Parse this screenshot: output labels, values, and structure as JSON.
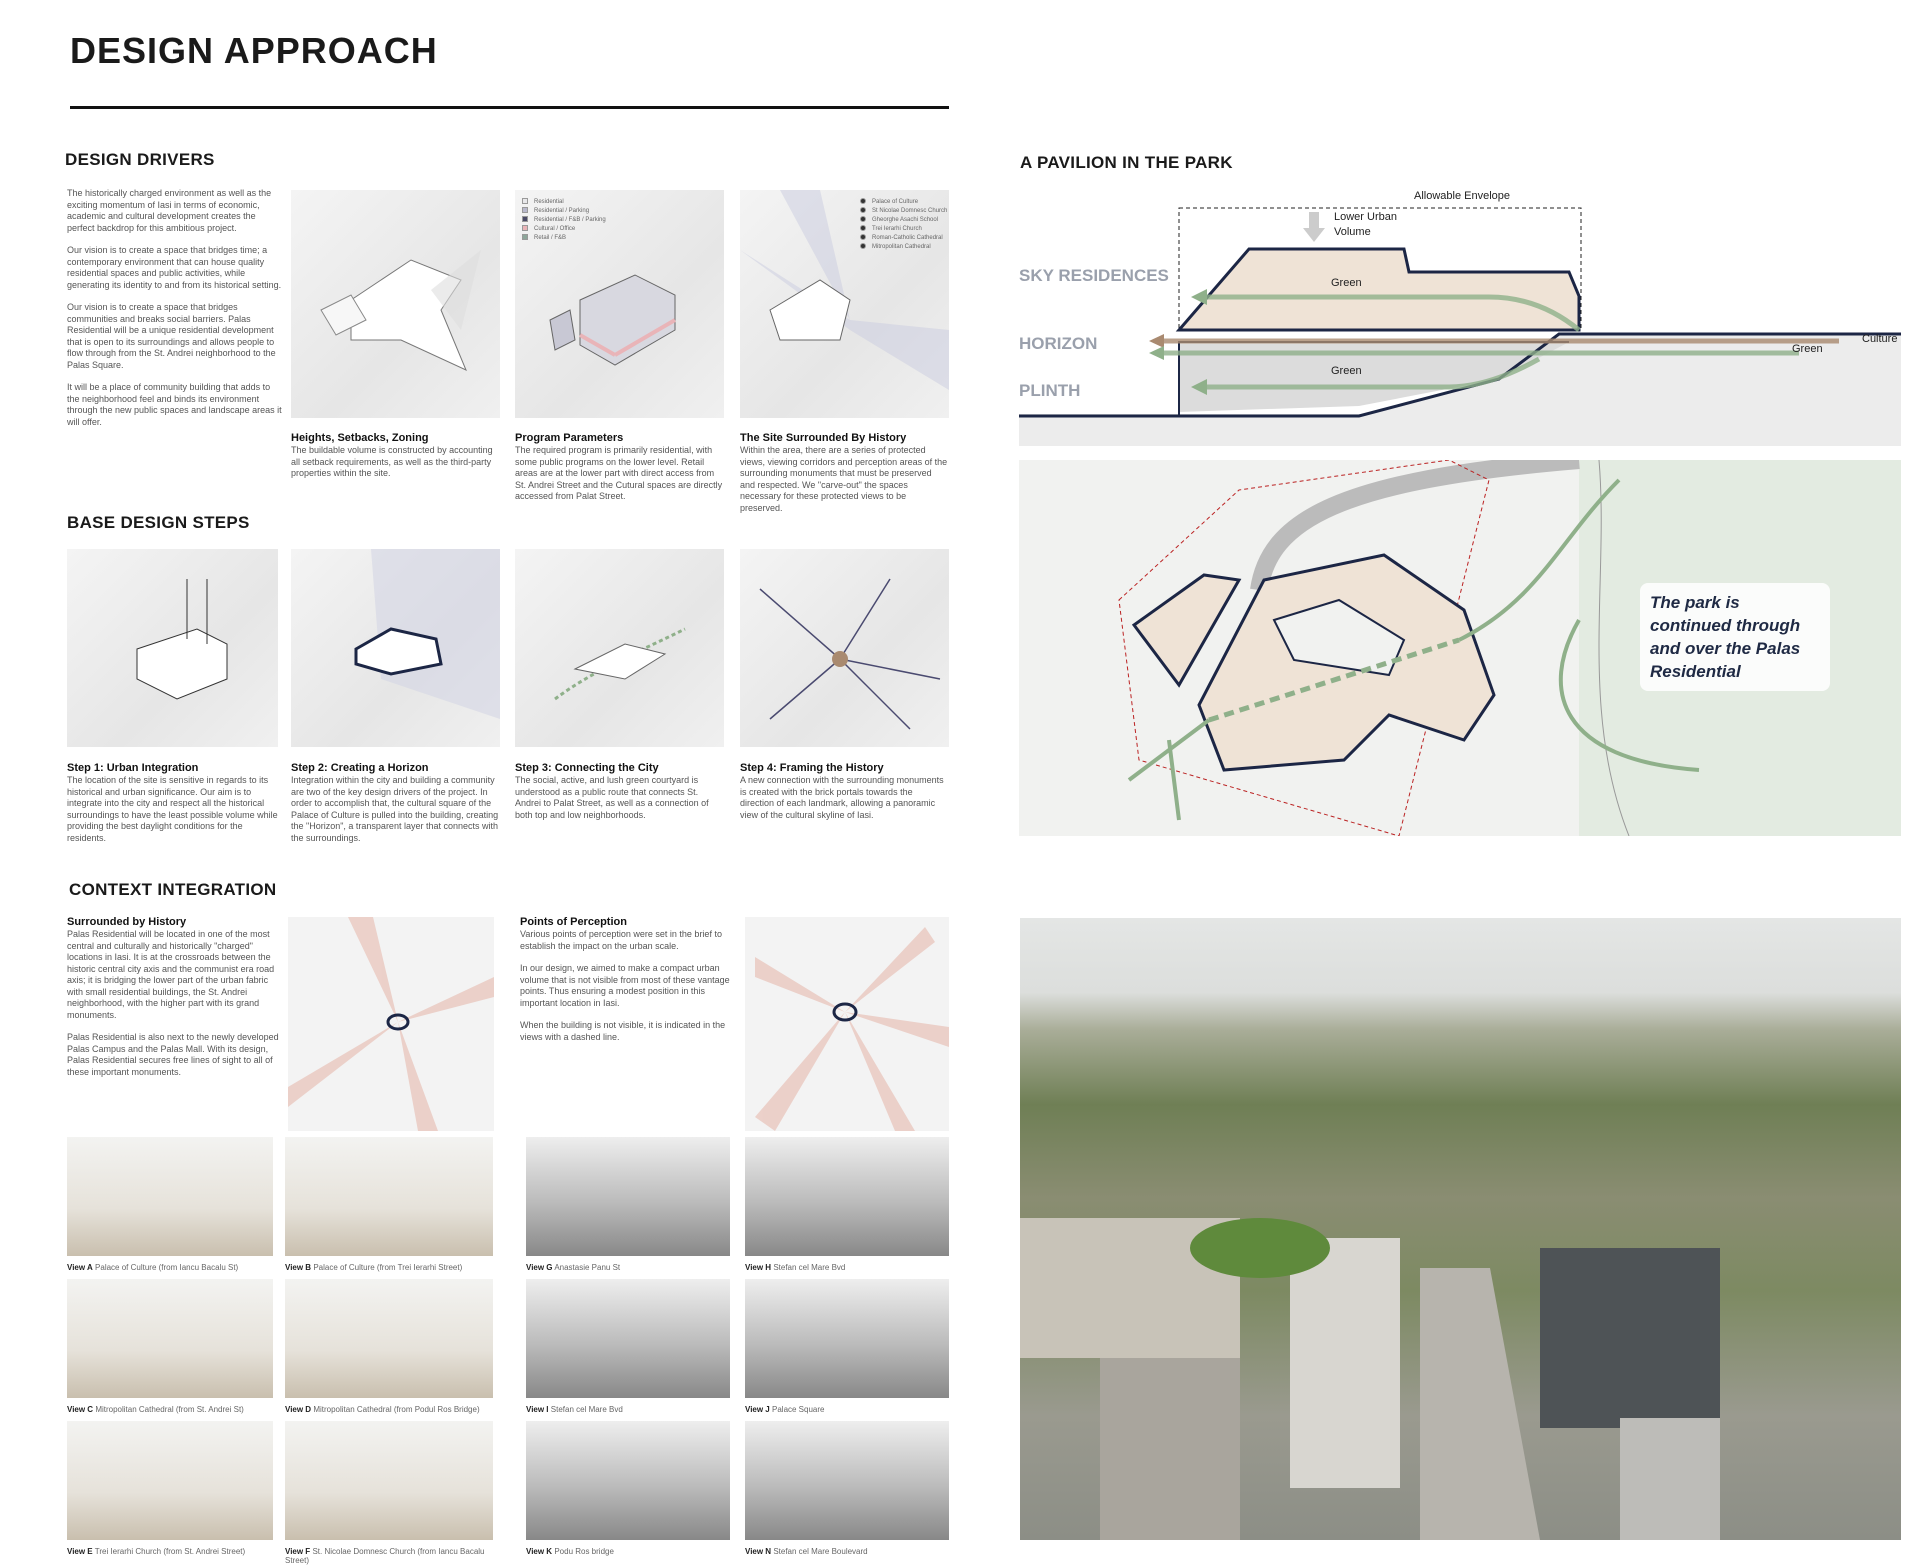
{
  "title": "DESIGN APPROACH",
  "design_drivers": {
    "heading": "DESIGN DRIVERS",
    "paragraphs": [
      "The historically charged environment as well as the exciting momentum of Iasi in terms of economic, academic and cultural development creates the perfect backdrop for this ambitious project.",
      "Our vision is to create a space that bridges time; a contemporary environment that can house quality residential spaces and public activities, while generating its identity to and from its historical setting.",
      "Our vision is to create a space that bridges communities and breaks social barriers. Palas Residential will be a unique residential development that is open to its surroundings and allows people to flow through from the St. Andrei neighborhood to the Palas Square.",
      "It will be a place of community building that adds to the neighborhood feel and binds its environment through the new public spaces and landscape areas it will offer."
    ],
    "panels": [
      {
        "title": "Heights, Setbacks, Zoning",
        "text": "The buildable volume is constructed by accounting all setback requirements, as well as the third-party properties within the site."
      },
      {
        "title": "Program Parameters",
        "text": "The required program is primarily residential, with some public programs on the lower level. Retail areas are at the lower part with direct access from St. Andrei Street and the Cutural spaces are directly accessed from Palat Street."
      },
      {
        "title": "The Site Surrounded By History",
        "text": "Within the area, there are a series of protected views, viewing corridors and perception areas of the surrounding monuments that must be preserved and respected. We \"carve-out\" the spaces necessary for these protected views to be preserved."
      }
    ],
    "program_legend": [
      {
        "label": "Residential",
        "color": "#e8e8ea"
      },
      {
        "label": "Residential / Parking",
        "color": "#b9b9cc"
      },
      {
        "label": "Residential / F&B / Parking",
        "color": "#4a4a66"
      },
      {
        "label": "Cultural / Office",
        "color": "#e9b4b8"
      },
      {
        "label": "Retail / F&B",
        "color": "#8da69a"
      }
    ],
    "history_legend": [
      "Palace of Culture",
      "St Nicolae Domnesc Church",
      "Gheorghe Asachi School",
      "Trei Ierarhi Church",
      "Roman-Catholic Cathedral",
      "Mitropolitan Cathedral"
    ]
  },
  "base_steps": {
    "heading": "BASE DESIGN STEPS",
    "steps": [
      {
        "title": "Step 1: Urban Integration",
        "text": "The location of the site is sensitive in regards to its historical and urban significance. Our aim is to integrate into the city and respect all the historical surroundings to have the least possible volume while providing the best daylight conditions for the residents."
      },
      {
        "title": "Step 2: Creating a Horizon",
        "text": "Integration within the city and building a community are two of the key design drivers of the project. In order to accomplish that, the cultural square of the Palace of Culture is pulled into the building, creating the \"Horizon\", a transparent layer that connects with the surroundings."
      },
      {
        "title": "Step 3: Connecting the City",
        "text": "The social, active, and lush green courtyard is understood as a public route that connects St. Andrei to Palat Street, as well as a connection of both top and low neighborhoods."
      },
      {
        "title": "Step 4: Framing the History",
        "text": "A new connection with the surrounding monuments is created with the brick portals towards the direction of each landmark, allowing a panoramic view of the cultural skyline of Iasi."
      }
    ]
  },
  "context": {
    "heading": "CONTEXT INTEGRATION",
    "surrounded": {
      "title": "Surrounded by History",
      "paragraphs": [
        "Palas Residential will be located in one of the most central and culturally and historically \"charged\" locations in Iasi. It is at the crossroads between the historic central city axis and the communist era road axis; it is bridging the lower part of the urban fabric with small residential buildings, the St. Andrei neighborhood,  with the higher part with its grand monuments.",
        "Palas Residential is also next to the newly developed Palas Campus and the Palas Mall. With its design, Palas Residential secures free lines of sight to all of these important monuments."
      ]
    },
    "perception": {
      "title": "Points of Perception",
      "paragraphs": [
        "Various points of perception were set in the brief to establish the impact on the urban scale.",
        "In our design, we aimed to make a compact urban volume that is not visible from most of these vantage points. Thus ensuring a modest position in this important location in Iasi.",
        "When the building is not visible, it is indicated in the views with a dashed line."
      ]
    },
    "views": [
      {
        "label": "View A",
        "desc": "Palace of Culture (from Iancu Bacalu St)",
        "tone": "render"
      },
      {
        "label": "View B",
        "desc": "Palace of Culture (from Trei Ierarhi Street)",
        "tone": "render"
      },
      {
        "label": "View G",
        "desc": "Anastasie Panu St",
        "tone": "photo"
      },
      {
        "label": "View H",
        "desc": "Stefan cel Mare Bvd",
        "tone": "photo"
      },
      {
        "label": "View C",
        "desc": "Mitropolitan Cathedral (from St. Andrei St)",
        "tone": "render"
      },
      {
        "label": "View D",
        "desc": "Mitropolitan Cathedral (from Podul Ros Bridge)",
        "tone": "render"
      },
      {
        "label": "View I",
        "desc": "Stefan cel Mare Bvd",
        "tone": "photo"
      },
      {
        "label": "View J",
        "desc": "Palace Square",
        "tone": "photo"
      },
      {
        "label": "View E",
        "desc": "Trei Ierarhi Church (from St. Andrei Street)",
        "tone": "render"
      },
      {
        "label": "View F",
        "desc": "St. Nicolae Domnesc Church (from Iancu Bacalu Street)",
        "tone": "render"
      },
      {
        "label": "View K",
        "desc": "Podu Ros bridge",
        "tone": "photo"
      },
      {
        "label": "View N",
        "desc": "Stefan cel Mare Boulevard",
        "tone": "photo"
      }
    ]
  },
  "pavilion": {
    "heading": "A PAVILION IN THE PARK",
    "section": {
      "allowable": "Allowable Envelope",
      "lower_1": "Lower Urban",
      "lower_2": "Volume",
      "sky": "SKY RESIDENCES",
      "horizon": "HORIZON",
      "plinth": "PLINTH",
      "green": "Green",
      "culture": "Culture"
    },
    "note": "The park is continued through and over the Palas Residential",
    "colors": {
      "navy": "#1c2645",
      "sand": "#efe3d6",
      "green": "#8fb08a",
      "brown": "#a98a70"
    }
  }
}
